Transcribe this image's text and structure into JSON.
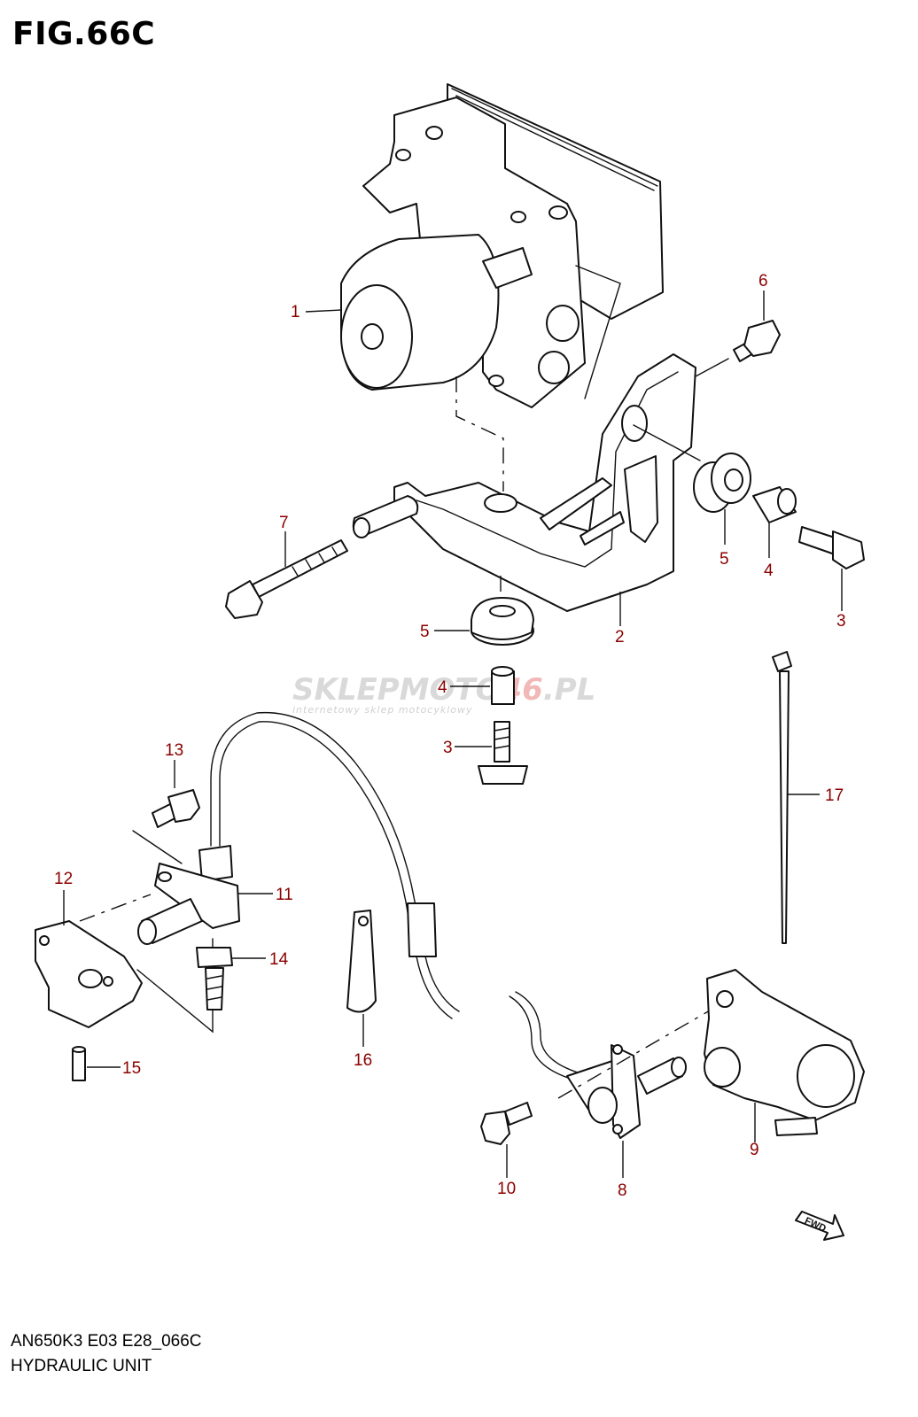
{
  "figure": {
    "title": "FIG.66C",
    "model_code": "AN650K3 E03 E28_066C",
    "assembly_name": "HYDRAULIC UNIT"
  },
  "watermark": {
    "brand_part1": "SKLEPMOTO",
    "brand_part2": "46",
    "brand_part3": ".PL",
    "tagline": "internetowy sklep motocyklowy"
  },
  "direction_marker": "FWD",
  "callouts": [
    {
      "id": "c1",
      "label": "1"
    },
    {
      "id": "c2",
      "label": "2"
    },
    {
      "id": "c3a",
      "label": "3"
    },
    {
      "id": "c3b",
      "label": "3"
    },
    {
      "id": "c4a",
      "label": "4"
    },
    {
      "id": "c4b",
      "label": "4"
    },
    {
      "id": "c5a",
      "label": "5"
    },
    {
      "id": "c5b",
      "label": "5"
    },
    {
      "id": "c6",
      "label": "6"
    },
    {
      "id": "c7",
      "label": "7"
    },
    {
      "id": "c8",
      "label": "8"
    },
    {
      "id": "c9",
      "label": "9"
    },
    {
      "id": "c10",
      "label": "10"
    },
    {
      "id": "c11",
      "label": "11"
    },
    {
      "id": "c12",
      "label": "12"
    },
    {
      "id": "c13",
      "label": "13"
    },
    {
      "id": "c14",
      "label": "14"
    },
    {
      "id": "c15",
      "label": "15"
    },
    {
      "id": "c16",
      "label": "16"
    },
    {
      "id": "c17",
      "label": "17"
    }
  ],
  "colors": {
    "callout_text": "#8b0000",
    "line_art": "#111111",
    "watermark_gray": "#d9d9d9",
    "watermark_red": "#f2b8b8"
  }
}
